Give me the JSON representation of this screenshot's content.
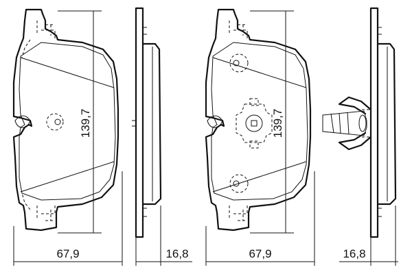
{
  "dimensions": {
    "pad1_height": "139,7",
    "pad1_width": "67,9",
    "pad1_thickness": "16,8",
    "pad2_height": "139,7",
    "pad2_width": "67,9",
    "pad2_thickness": "16,8"
  }
}
